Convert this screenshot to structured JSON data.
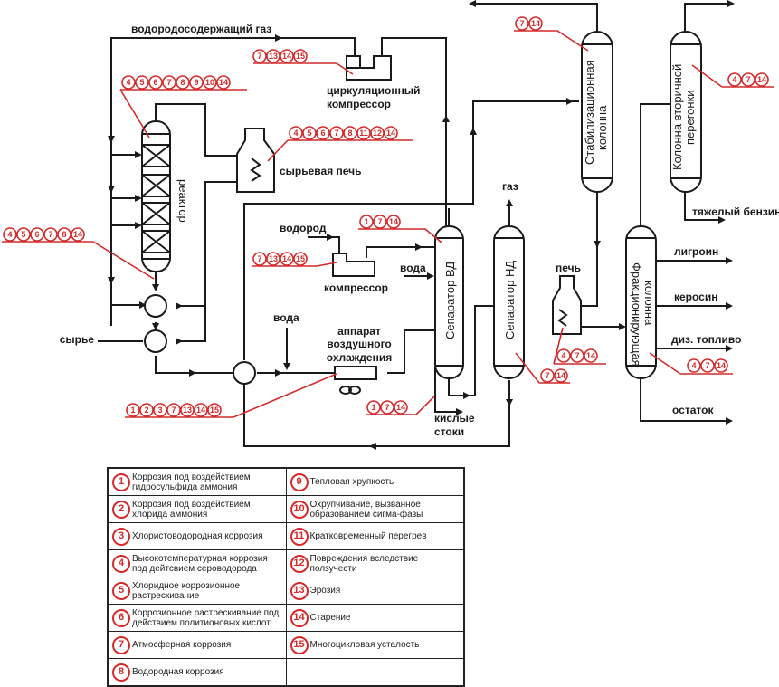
{
  "labels": {
    "hydrogen_gas": "водородосодержащий газ",
    "circ_compressor_1": "циркуляционный",
    "circ_compressor_2": "компрессор",
    "feed_furnace": "сырьевая печь",
    "reactor": "реактор",
    "hydrogen": "водород",
    "compressor": "компрессор",
    "water_1": "вода",
    "water_2": "вода",
    "feed": "сырье",
    "air_cooler_1": "аппарат",
    "air_cooler_2": "воздушного",
    "air_cooler_3": "охлаждения",
    "gas": "газ",
    "hp_separator": "Сепаратор ВД",
    "lp_separator": "Сепаратор НД",
    "sour_water_1": "кислые",
    "sour_water_2": "стоки",
    "stabilizer_1": "Стабилизационная",
    "stabilizer_2": "колонна",
    "secondary_1": "Колонна вторичной",
    "secondary_2": "перегонки",
    "heavy_naphtha": "тяжелый бензин",
    "furnace": "печь",
    "fractionator_1": "Фракционирующая",
    "fractionator_2": "колонна",
    "naphtha": "лигроин",
    "kerosene": "керосин",
    "diesel": "диз. топливо",
    "residue": "остаток"
  },
  "annotations": {
    "circ_compressor": [
      "7",
      "13",
      "14",
      "15"
    ],
    "reactor_top": [
      "4",
      "5",
      "6",
      "7",
      "8",
      "9",
      "10",
      "14"
    ],
    "feed_furnace": [
      "4",
      "5",
      "6",
      "7",
      "8",
      "11",
      "12",
      "14"
    ],
    "reactor_bottom": [
      "4",
      "5",
      "6",
      "7",
      "8",
      "14"
    ],
    "hp_separator_top": [
      "1",
      "7",
      "14"
    ],
    "compressor": [
      "7",
      "13",
      "14",
      "15"
    ],
    "air_cooler": [
      "1",
      "2",
      "3",
      "7",
      "13",
      "14",
      "15"
    ],
    "hp_separator_bottom": [
      "1",
      "7",
      "14"
    ],
    "lp_separator": [
      "7",
      "14"
    ],
    "stabilizer": [
      "7",
      "14"
    ],
    "secondary_column": [
      "4",
      "7",
      "14"
    ],
    "furnace": [
      "4",
      "7",
      "14"
    ],
    "fractionator": [
      "4",
      "7",
      "14"
    ]
  },
  "legend": [
    {
      "num": "1",
      "text": "Коррозия под воздействием гидросульфида аммония"
    },
    {
      "num": "9",
      "text": "Тепловая хрупкость"
    },
    {
      "num": "2",
      "text": "Коррозия под воздействием хлорида аммония"
    },
    {
      "num": "10",
      "text": "Охрупчивание, вызванное образованием сигма-фазы"
    },
    {
      "num": "3",
      "text": "Хлористоводородная коррозия"
    },
    {
      "num": "11",
      "text": "Кратковременный перегрев"
    },
    {
      "num": "4",
      "text": "Высокотемпературная коррозия под дейтсвием сероводорода"
    },
    {
      "num": "12",
      "text": "Повреждения вследствие ползучести"
    },
    {
      "num": "5",
      "text": "Хлоридное коррозионное растрескивание"
    },
    {
      "num": "13",
      "text": "Эрозия"
    },
    {
      "num": "6",
      "text": "Коррозионное растрескивание под действием политионовых кислот"
    },
    {
      "num": "14",
      "text": "Старение"
    },
    {
      "num": "7",
      "text": "Атмосферная коррозия"
    },
    {
      "num": "15",
      "text": "Многоцикловая усталость"
    },
    {
      "num": "8",
      "text": "Водородная коррозия"
    },
    {
      "num": "",
      "text": ""
    }
  ],
  "colors": {
    "annotation": "#d42a2a",
    "line": "#1a1a1a"
  }
}
